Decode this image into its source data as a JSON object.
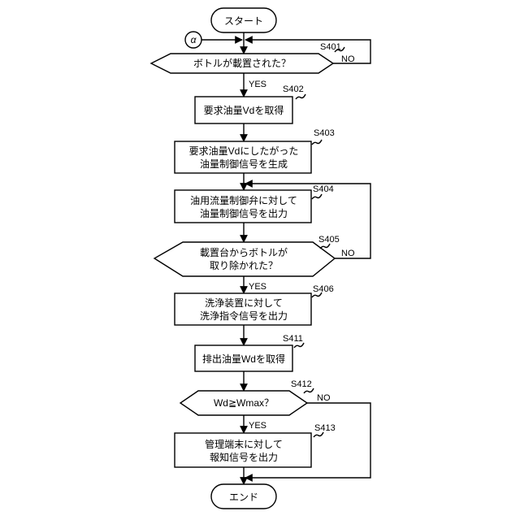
{
  "flowchart": {
    "start": "スタート",
    "end": "エンド",
    "connector": "α",
    "branch_yes": "YES",
    "branch_no": "NO",
    "steps": {
      "s401": {
        "id": "S401",
        "lines": [
          "ボトルが載置された？"
        ]
      },
      "s402": {
        "id": "S402",
        "lines": [
          "要求油量Vdを取得"
        ]
      },
      "s403": {
        "id": "S403",
        "lines": [
          "要求油量Vdにしたがった",
          "油量制御信号を生成"
        ]
      },
      "s404": {
        "id": "S404",
        "lines": [
          "油用流量制御弁に対して",
          "油量制御信号を出力"
        ]
      },
      "s405": {
        "id": "S405",
        "lines": [
          "載置台からボトルが",
          "取り除かれた？"
        ]
      },
      "s406": {
        "id": "S406",
        "lines": [
          "洗浄装置に対して",
          "洗浄指令信号を出力"
        ]
      },
      "s411": {
        "id": "S411",
        "lines": [
          "排出油量Wdを取得"
        ]
      },
      "s412": {
        "id": "S412",
        "lines": [
          "Wd≧Wmax？"
        ]
      },
      "s413": {
        "id": "S413",
        "lines": [
          "管理端末に対して",
          "報知信号を出力"
        ]
      }
    }
  }
}
